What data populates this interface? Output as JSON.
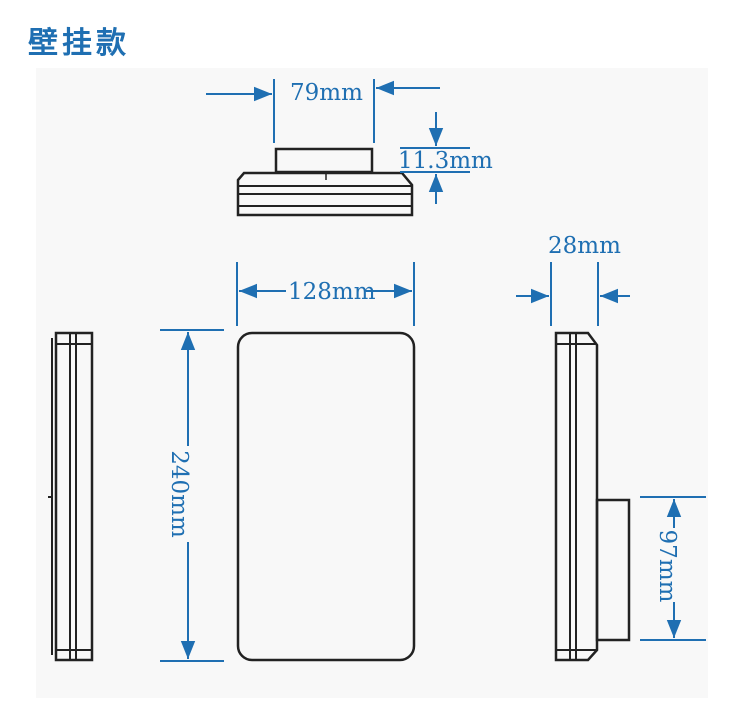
{
  "title": "壁挂款",
  "colors": {
    "accent": "#1f6fb2",
    "outline": "#222222"
  },
  "dimensions": {
    "base_width": "79mm",
    "base_height": "11.3mm",
    "width": "128mm",
    "height": "240mm",
    "depth": "28mm",
    "base_length": "97mm"
  }
}
